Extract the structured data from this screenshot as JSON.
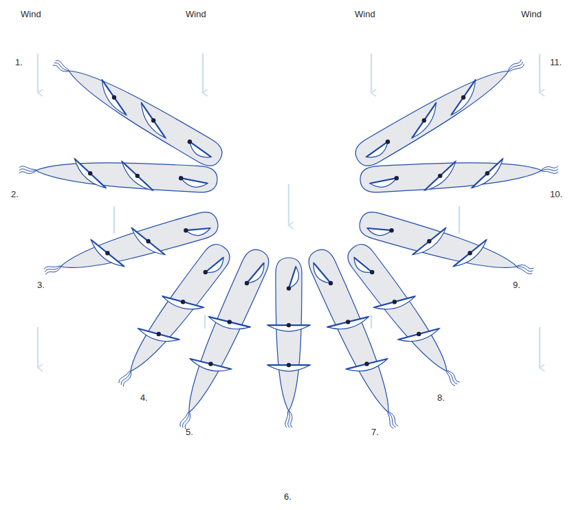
{
  "diagram": {
    "labels": [
      "Wind",
      "Wind",
      "Wind",
      "Wind",
      "1.",
      "2.",
      "3.",
      "4.",
      "5.",
      "6.",
      "7.",
      "8.",
      "9.",
      "10.",
      "11."
    ]
  }
}
